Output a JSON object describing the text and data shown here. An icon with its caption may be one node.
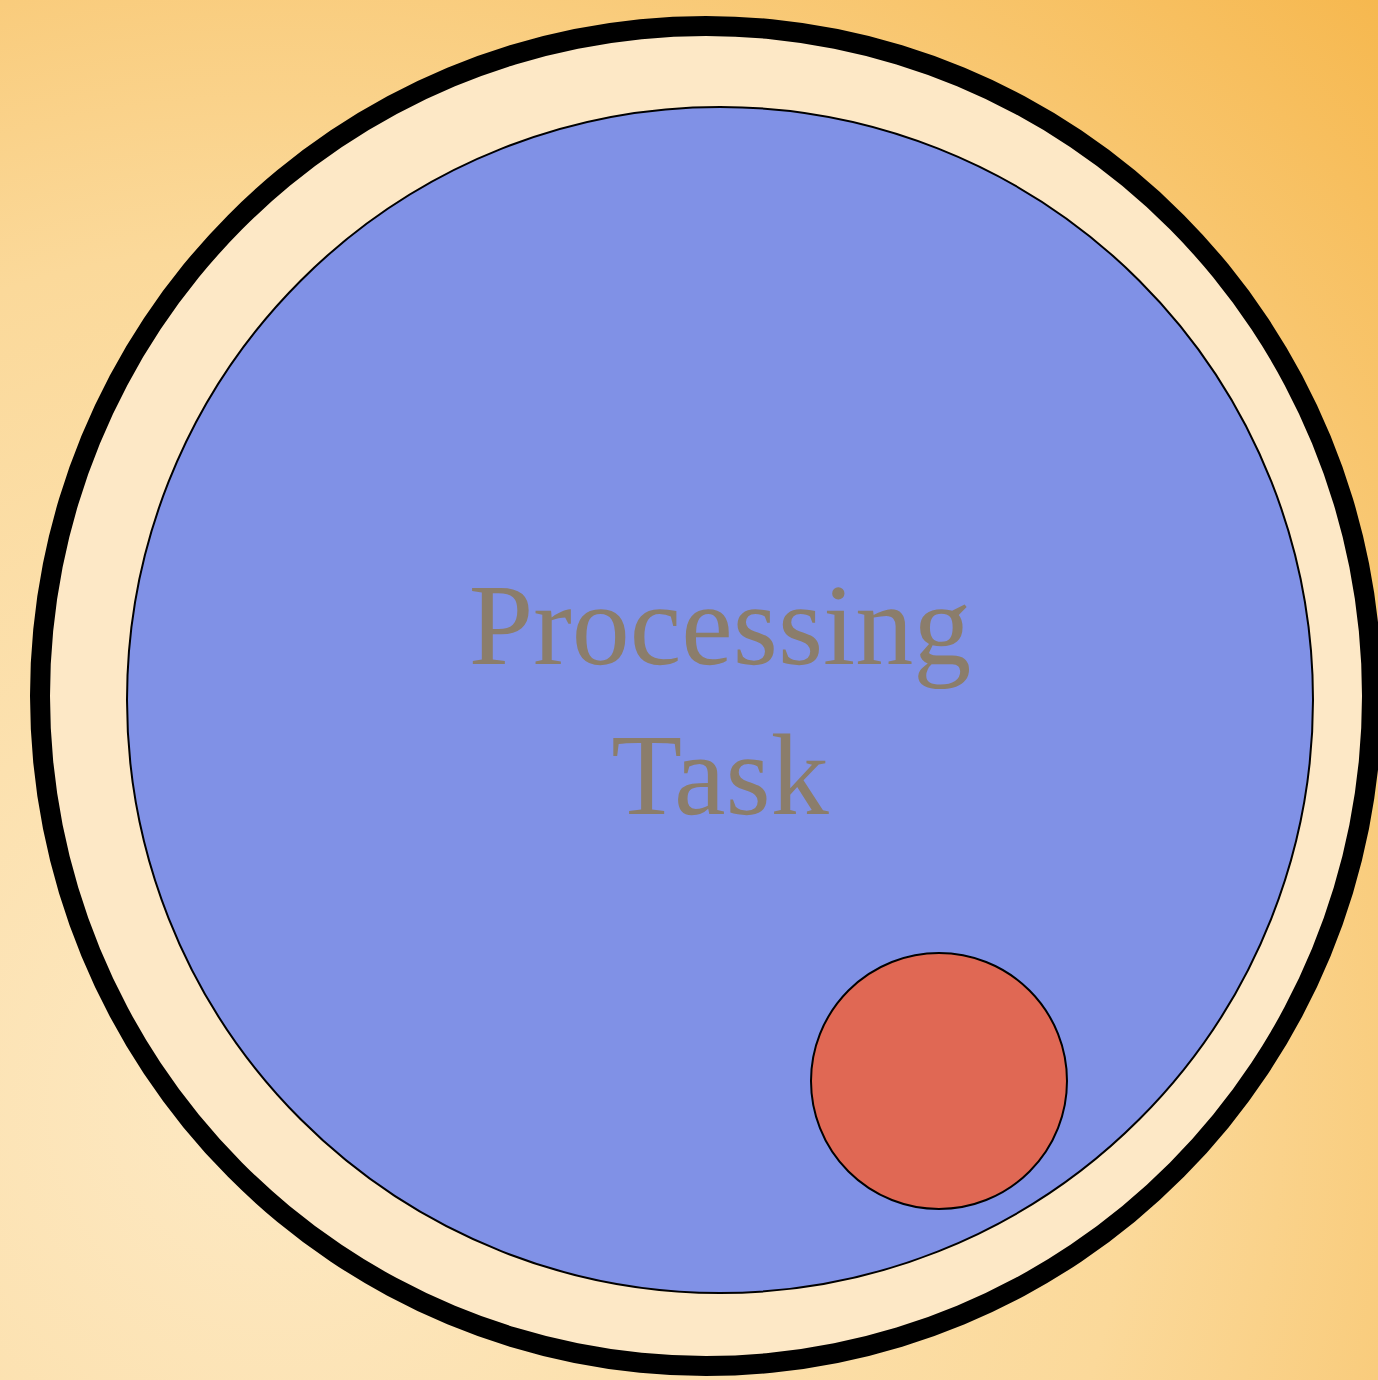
{
  "diagram": {
    "nodes": [
      {
        "text": [],
        "shape": "circle"
      },
      {
        "text": [
          "Processing Task"
        ],
        "in": 0
      },
      {
        "text": [],
        "shape": "circle",
        "in": 1
      }
    ]
  }
}
